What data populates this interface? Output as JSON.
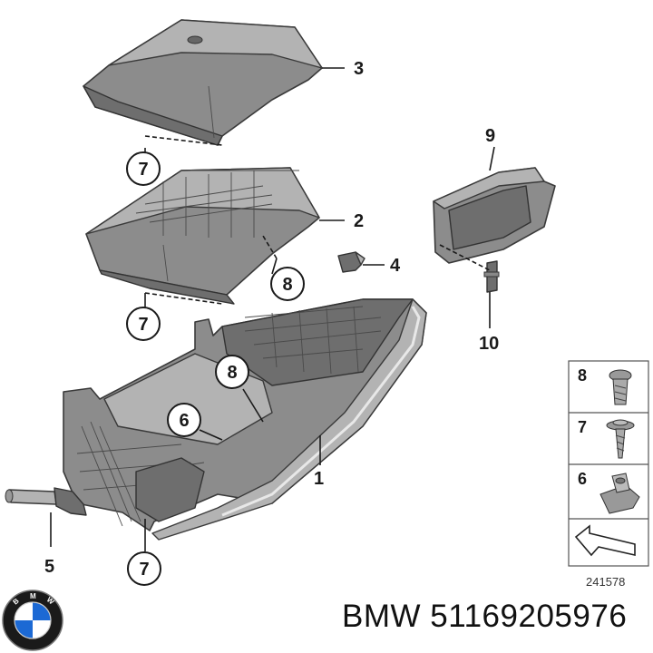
{
  "callouts": {
    "c1": "1",
    "c2": "2",
    "c3": "3",
    "c4": "4",
    "c5": "5",
    "c6": "6",
    "c7": "7",
    "c8": "8",
    "c9": "9",
    "c10": "10"
  },
  "legend": {
    "items": [
      {
        "number": "8",
        "icon": "screw-icon"
      },
      {
        "number": "7",
        "icon": "washer-screw-icon"
      },
      {
        "number": "6",
        "icon": "clip-nut-icon"
      }
    ],
    "arrow_icon": "direction-arrow-icon",
    "code": "241578"
  },
  "brand": {
    "logo_letters": "BMW"
  },
  "footer": {
    "label": "BMW 51169205976"
  }
}
